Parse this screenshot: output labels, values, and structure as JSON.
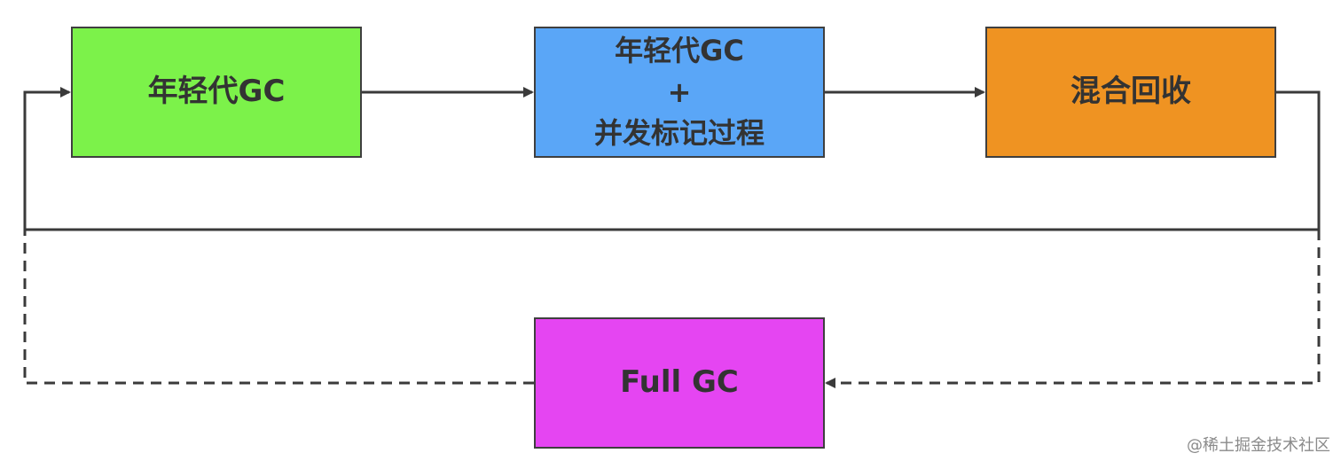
{
  "colors": {
    "young_gc": "#7cf24a",
    "young_gc_concurrent": "#5aa6f7",
    "mixed": "#ef9322",
    "full_gc": "#e545f2",
    "edge": "#3a3a3a"
  },
  "nodes": {
    "young_gc": {
      "label": "年轻代GC"
    },
    "young_gc_concurrent": {
      "line1": "年轻代GC",
      "line2": "+",
      "line3": "并发标记过程"
    },
    "mixed": {
      "label": "混合回收"
    },
    "full_gc": {
      "label": "Full GC"
    }
  },
  "watermark": "@稀土掘金技术社区"
}
